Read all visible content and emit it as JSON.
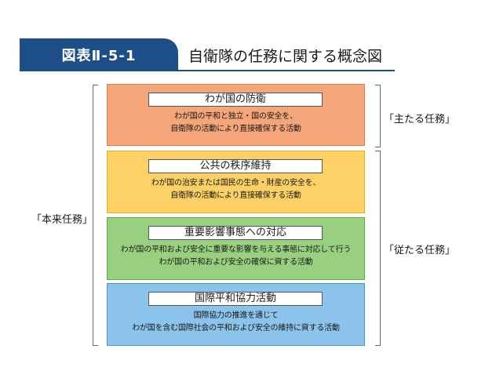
{
  "figure": {
    "badge": "図表Ⅱ-5-1",
    "title": "自衛隊の任務に関する概念図"
  },
  "boxes": [
    {
      "label": "わが国の防衛",
      "desc_lines": [
        "わが国の平和と独立・国の安全を、",
        "自衛隊の活動により直接確保する活動"
      ],
      "color": "#f4a57a"
    },
    {
      "label": "公共の秩序維持",
      "desc_lines": [
        "わが国の治安または国民の生命・財産の安全を、",
        "自衛隊の活動により直接確保する活動"
      ],
      "color": "#fdd165"
    },
    {
      "label": "重要影響事態への対応",
      "desc_lines": [
        "わが国の平和および安全に重要な影響を与える事態に対応して行う",
        "わが国の平和および安全の確保に資する活動"
      ],
      "color": "#98d080"
    },
    {
      "label": "国際平和協力活動",
      "desc_lines": [
        "国際協力の推進を通じて",
        "わが国を含む国際社会の平和および安全の維持に資する活動"
      ],
      "color": "#8bc3ea"
    }
  ],
  "side_labels": {
    "honrai": "「本来任務」",
    "shutaru": "「主たる任務」",
    "jutaru": "「従たる任務」"
  }
}
